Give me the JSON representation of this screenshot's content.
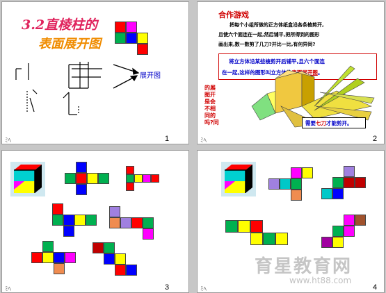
{
  "slide1": {
    "title_line1": "3.2直棱柱的",
    "title_line2": "表面展开图",
    "label_unfold": "展开图",
    "number": "1",
    "footer_mark": "ﾐﾍ"
  },
  "slide2": {
    "heading": "合作游戏",
    "para1": "把每个小组所做的正方体纸盒沿各条棱剪开,",
    "para2": "且使六个面连在一起,然后铺平,把所得到的图形",
    "para3": "画出来,数一数剪了几刀?并比一比,有何异同?",
    "box_line1": "将立方体沿某些棱剪开后铺平,且六个面连",
    "box_line2": "在一起,这样的图形叫立方体的",
    "box_highlight": "表面展开图",
    "box_end": "。",
    "vertical_text": [
      "的展",
      "图开",
      "是会",
      "不相",
      "同的",
      "吗?同"
    ],
    "note_prefix": "需要",
    "note_highlight": "七刀",
    "note_suffix": "才能剪开。",
    "number": "2",
    "footer_mark": "ﾐﾍ"
  },
  "slide3": {
    "number": "3",
    "footer_mark": "ﾐﾍ"
  },
  "slide4": {
    "number": "4",
    "footer_mark": "ﾐﾍ"
  },
  "watermark": {
    "brand": "育星教育网",
    "url": "www.ht88.com"
  },
  "colors": {
    "title_red": "#e0245e",
    "title_orange": "#f08c00",
    "heading_red": "#d00000",
    "box_blue": "#0000c8",
    "red": "#ff0000",
    "green": "#00b050",
    "blue": "#0000ff",
    "yellow": "#ffff00",
    "cyan": "#00c8c8",
    "magenta": "#ff00ff",
    "orange": "#f08c50",
    "purple": "#a080e0",
    "darkred": "#c00000",
    "brown": "#a0522d"
  }
}
